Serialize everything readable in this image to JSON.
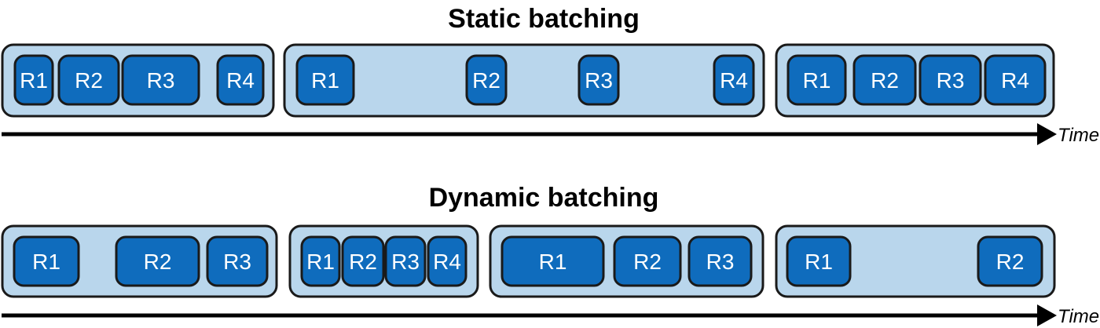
{
  "colors": {
    "batch_fill": "#b9d6ec",
    "request_fill": "#0f6cbd",
    "outline": "#1a1a1a",
    "axis": "#000000"
  },
  "sections": [
    {
      "id": "static",
      "title": "Static batching",
      "axis_label": "Time",
      "batches": [
        {
          "requests": [
            "R1",
            "R2",
            "R3",
            "R4"
          ]
        },
        {
          "requests": [
            "R1",
            "R2",
            "R3",
            "R4"
          ]
        },
        {
          "requests": [
            "R1",
            "R2",
            "R3",
            "R4"
          ]
        }
      ]
    },
    {
      "id": "dynamic",
      "title": "Dynamic batching",
      "axis_label": "Time",
      "batches": [
        {
          "requests": [
            "R1",
            "R2",
            "R3"
          ]
        },
        {
          "requests": [
            "R1",
            "R2",
            "R3",
            "R4"
          ]
        },
        {
          "requests": [
            "R1",
            "R2",
            "R3"
          ]
        },
        {
          "requests": [
            "R1",
            "R2"
          ]
        }
      ]
    }
  ]
}
